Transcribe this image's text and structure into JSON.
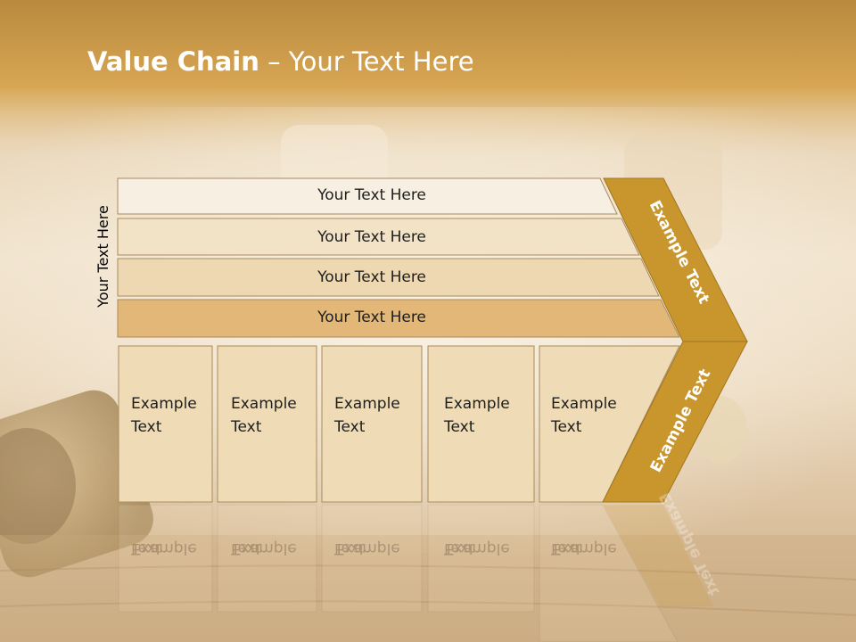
{
  "title": {
    "bold": "Value Chain",
    "rest": " – Your Text Here"
  },
  "side_label": "Your Text Here",
  "bars": [
    {
      "label": "Your Text Here"
    },
    {
      "label": "Your Text Here"
    },
    {
      "label": "Your Text Here"
    },
    {
      "label": "Your Text Here"
    }
  ],
  "boxes": [
    {
      "line1": "Example",
      "line2": "Text"
    },
    {
      "line1": "Example",
      "line2": "Text"
    },
    {
      "line1": "Example",
      "line2": "Text"
    },
    {
      "line1": "Example",
      "line2": "Text"
    },
    {
      "line1": "Example",
      "line2": "Text"
    }
  ],
  "chevron_labels": {
    "upper": "Example Text",
    "lower": "Example Text"
  },
  "colors": {
    "header_band": "#c99a45",
    "chevron": "#c8962d",
    "bar1": "#f7efe2",
    "bar2": "#f2e2c6",
    "bar3": "#eed8b2",
    "bar4": "#e2b778",
    "box": "#efdcb6",
    "outline": "#a88a5e"
  }
}
